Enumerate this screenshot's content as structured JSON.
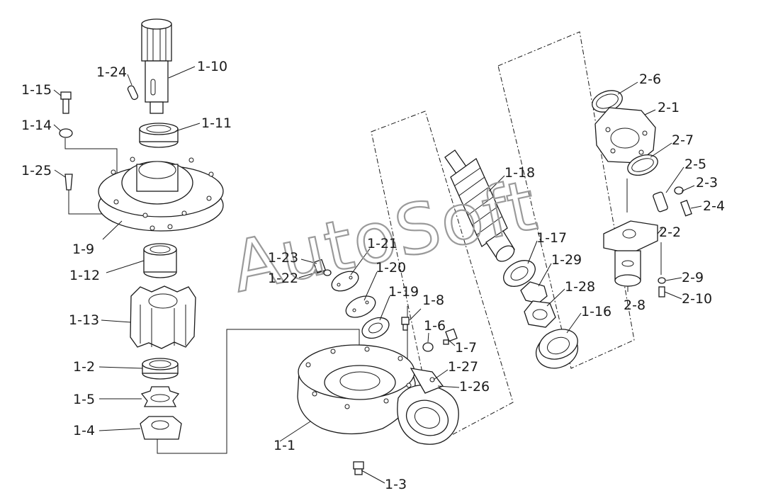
{
  "watermark": "AutoSoft",
  "labels": {
    "p1_1": "1-1",
    "p1_2": "1-2",
    "p1_3": "1-3",
    "p1_4": "1-4",
    "p1_5": "1-5",
    "p1_6": "1-6",
    "p1_7": "1-7",
    "p1_8": "1-8",
    "p1_9": "1-9",
    "p1_10": "1-10",
    "p1_11": "1-11",
    "p1_12": "1-12",
    "p1_13": "1-13",
    "p1_14": "1-14",
    "p1_15": "1-15",
    "p1_16": "1-16",
    "p1_17": "1-17",
    "p1_18": "1-18",
    "p1_19": "1-19",
    "p1_20": "1-20",
    "p1_21": "1-21",
    "p1_22": "1-22",
    "p1_23": "1-23",
    "p1_24": "1-24",
    "p1_25": "1-25",
    "p1_26": "1-26",
    "p1_27": "1-27",
    "p1_28": "1-28",
    "p1_29": "1-29",
    "p2_1": "2-1",
    "p2_2": "2-2",
    "p2_3": "2-3",
    "p2_4": "2-4",
    "p2_5": "2-5",
    "p2_6": "2-6",
    "p2_7": "2-7",
    "p2_8": "2-8",
    "p2_9": "2-9",
    "p2_10": "2-10"
  }
}
